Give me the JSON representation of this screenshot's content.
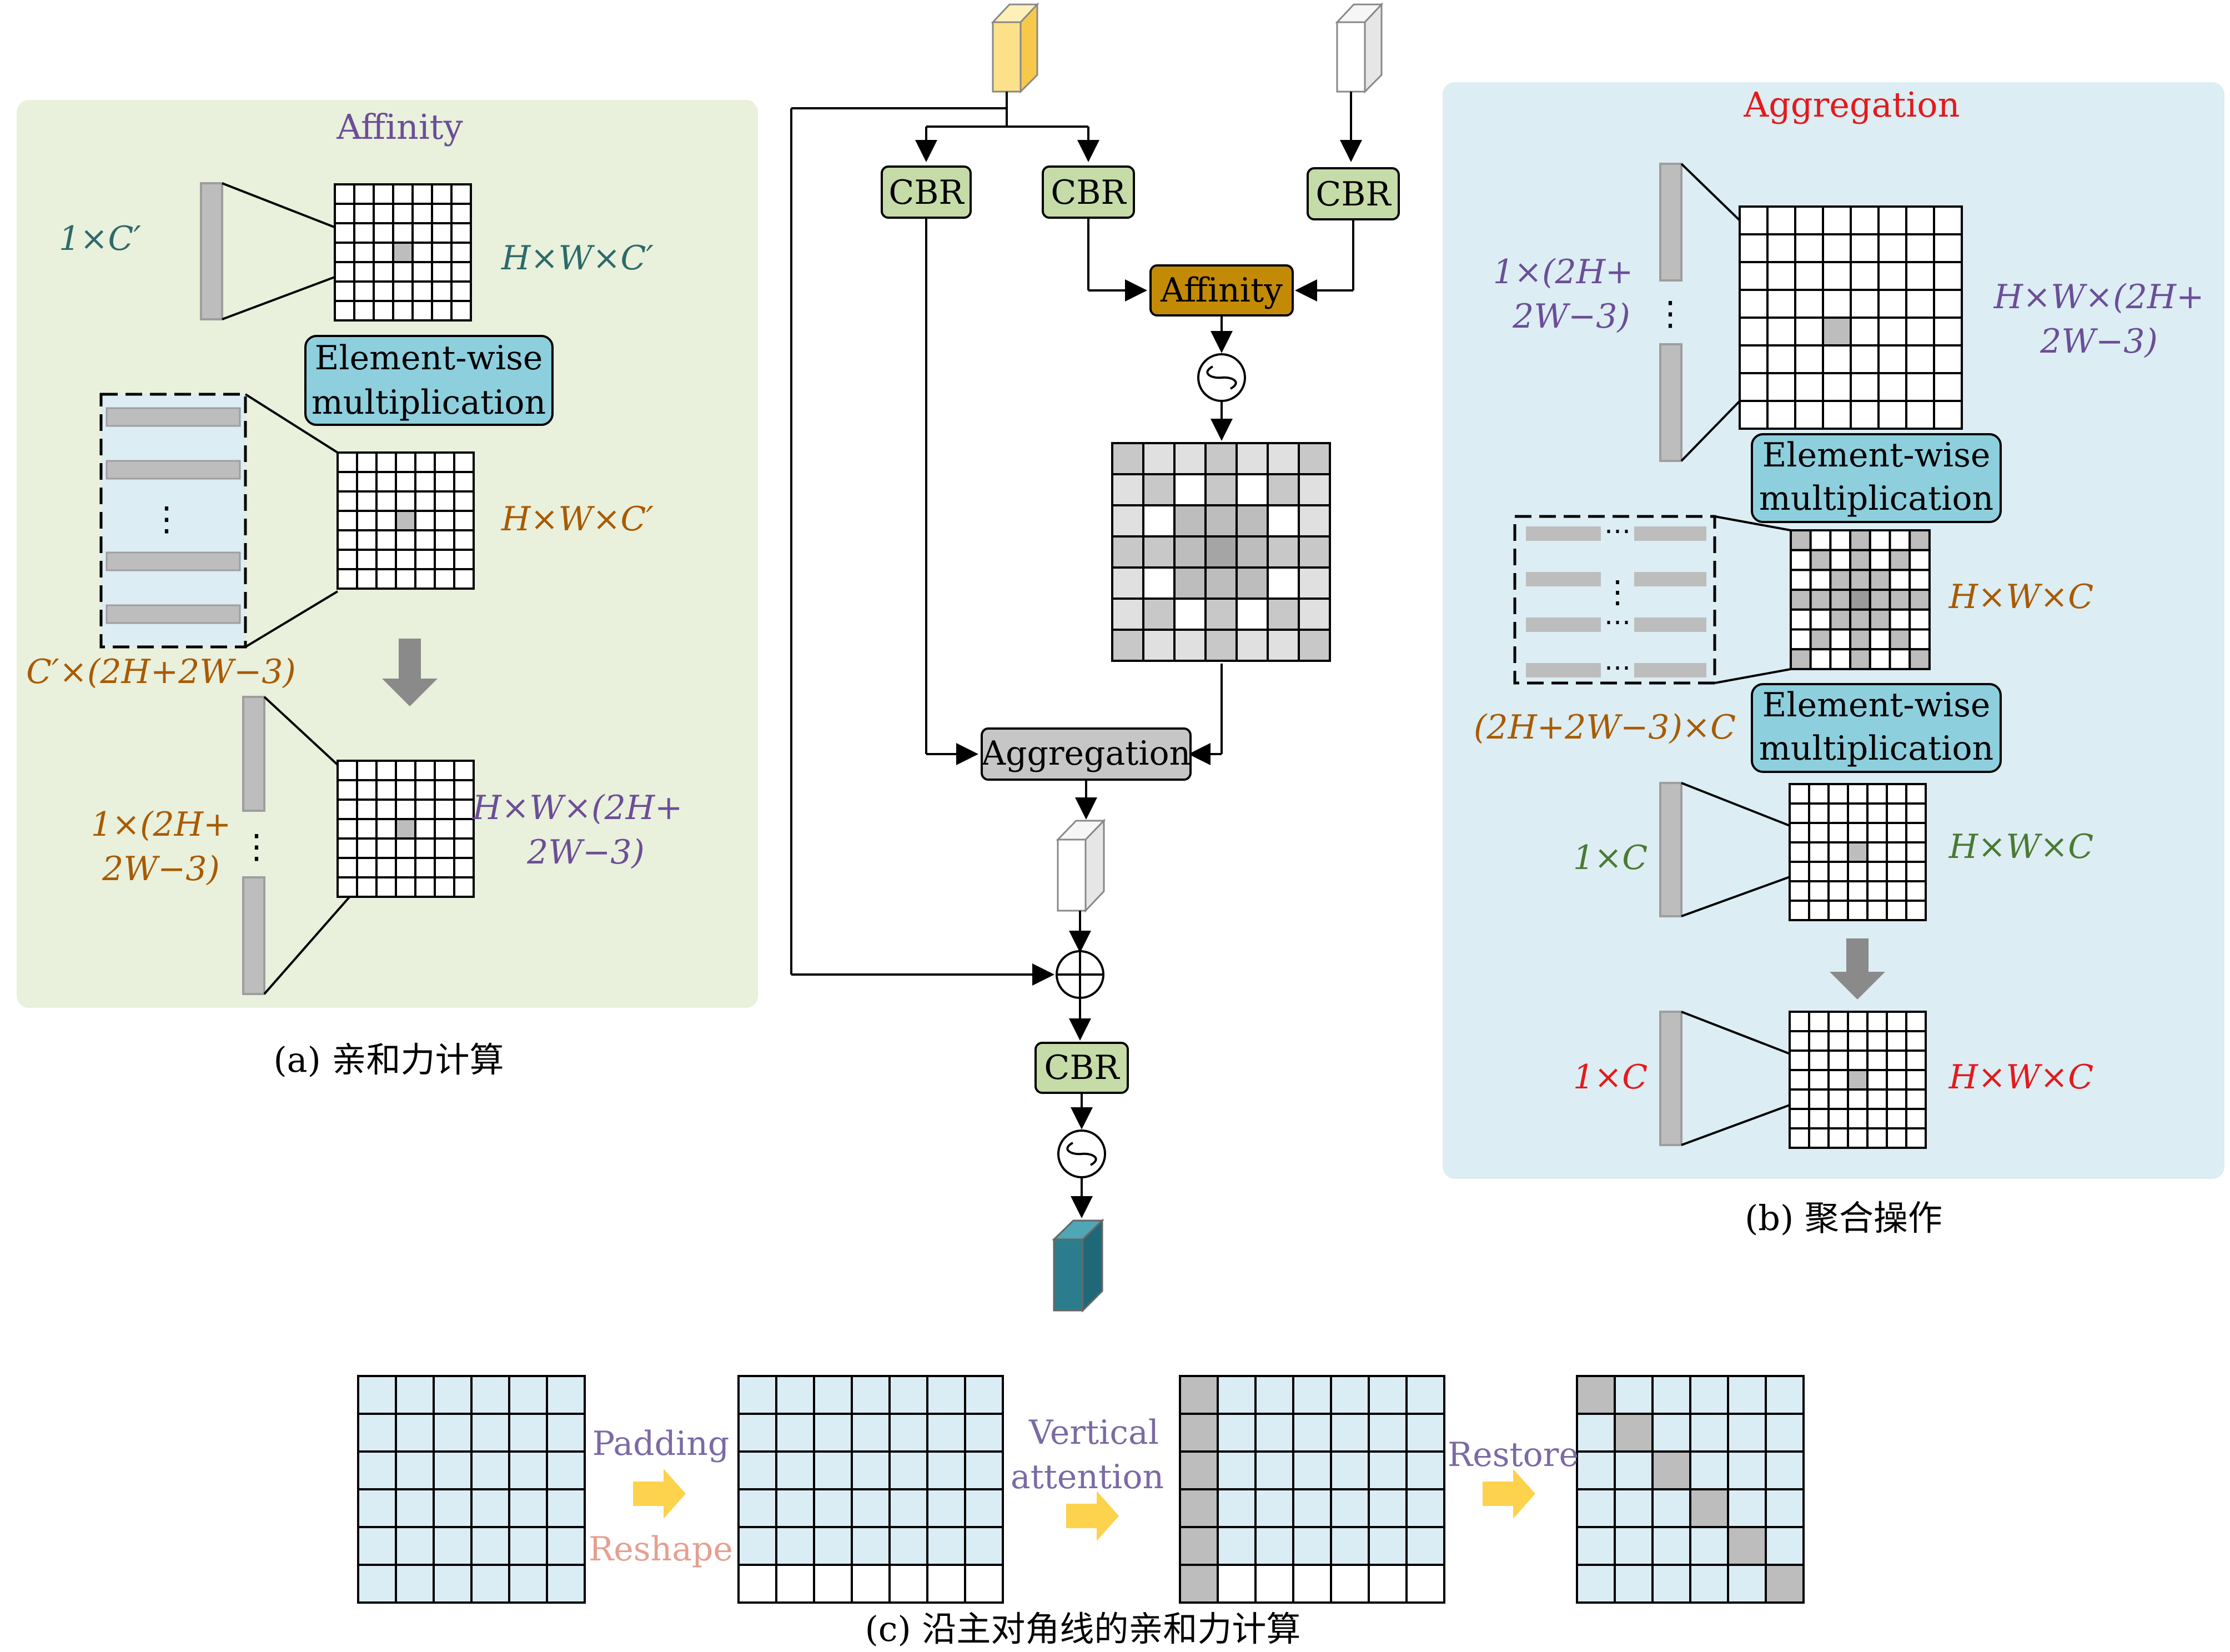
{
  "colors": {
    "panel_a_bg": "#e9f0dc",
    "panel_b_bg": "#dcedf3",
    "cbr_fill": "#c6dca8",
    "affinity_fill": "#c38a05",
    "aggregation_fill": "#c6c6c6",
    "ew_fill": "#8ecfde",
    "grid_light": "#dbedf4",
    "cell_dark": "#bdbdbd",
    "cell_mid": "#c8c8c8",
    "text_teal": "#2d6a6a",
    "text_orange": "#a85a00",
    "text_purple": "#6b4e97",
    "text_green": "#4a7a32",
    "text_red": "#e31a1c",
    "arrow_yellow": "#fdd24c",
    "output_tensor": "#2b7d8e",
    "input_tensor": "#fde08a"
  },
  "panel_a": {
    "title": "Affinity",
    "vec_label": "1×C′",
    "grid1_label": "H×W×C′",
    "ew_label": [
      "Element-wise",
      "multiplication"
    ],
    "grid2_label": "H×W×C′",
    "stack_label": "C′×(2H+2W−3)",
    "vec2_label": [
      "1×(2H+",
      "2W−3)"
    ],
    "grid3_label": [
      "H×W×(2H+",
      "2W−3)"
    ],
    "ellipsis": "⋮",
    "caption": "(a) 亲和力计算"
  },
  "center": {
    "cbr1": "CBR",
    "cbr2": "CBR",
    "cbr3": "CBR",
    "affinity": "Affinity",
    "aggregation": "Aggregation",
    "cbr_out": "CBR",
    "sigmoid_icon": "sigmoid-icon",
    "add_icon": "plus-circle-icon"
  },
  "panel_b": {
    "title": "Aggregation",
    "vec_label": [
      "1×(2H+",
      "2W−3)"
    ],
    "grid1_label": [
      "H×W×(2H+",
      "2W−3)"
    ],
    "ew1_label": [
      "Element-wise",
      "multiplication"
    ],
    "grid2_label": "H×W×C",
    "stack_label": "(2H+2W−3)×C",
    "ew2_label": [
      "Element-wise",
      "multiplication"
    ],
    "vec2_label": "1×C",
    "grid3_label": "H×W×C",
    "vec3_label": "1×C",
    "grid4_label": "H×W×C",
    "ellipsis": "⋮",
    "dots": "⋯",
    "caption": "(b) 聚合操作"
  },
  "panel_c": {
    "padding_label": "Padding",
    "reshape_label": "Reshape",
    "vertical_label": [
      "Vertical",
      "attention"
    ],
    "restore_label": "Restore",
    "caption": "(c) 沿主对角线的亲和力计算"
  }
}
